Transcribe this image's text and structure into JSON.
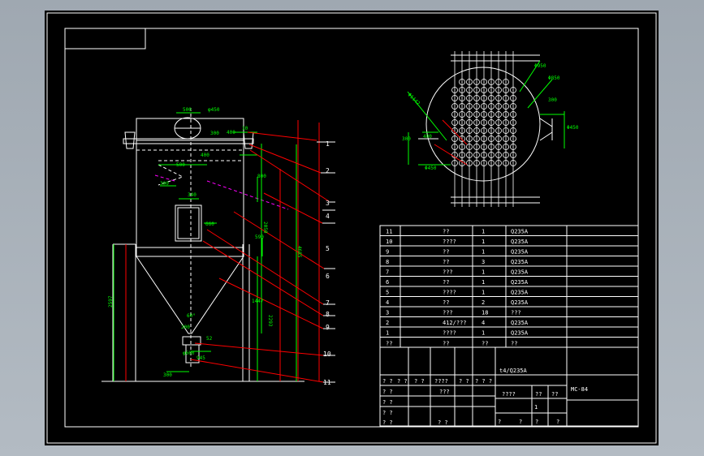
{
  "colors": {
    "line": "#ffffff",
    "dim": "#00ff00",
    "leader": "#ff0000",
    "hidden": "#ff00ff",
    "sheet": "#000000"
  },
  "front_view": {
    "dims": {
      "d_inlet": "φ450",
      "w_inlet": "500",
      "d10": "10",
      "d_top1": "300",
      "d_top2": "400",
      "d_mid": "400",
      "d_left": "500",
      "d_800": "800",
      "d_300": "300",
      "d_door": "340",
      "d_door_h": "660",
      "h_2050": "2050",
      "h_4685": "4685",
      "d_590": "590",
      "d_1447": "1447",
      "h_2597": "2597",
      "h_2293": "2293",
      "ang": "60°",
      "d_200": "200",
      "d_52": "52",
      "d_outlet": "φ600",
      "d_945": "945",
      "d_base": "300"
    },
    "balloons": [
      "1",
      "2",
      "3",
      "4",
      "5",
      "6",
      "7",
      "8",
      "9",
      "10",
      "11"
    ]
  },
  "plan_view": {
    "dims": {
      "d_1142": "Φ1142",
      "d_950": "Φ950",
      "d_850": "Φ850",
      "w_300": "300",
      "d_450": "Φ450",
      "w_400": "400",
      "h_300": "300",
      "d_450b": "Φ450"
    }
  },
  "parts_table": {
    "rows": [
      {
        "no": "11",
        "name": "??",
        "qty": "1",
        "mat": "Q235A"
      },
      {
        "no": "10",
        "name": "????",
        "qty": "1",
        "mat": "Q235A"
      },
      {
        "no": "9",
        "name": "??",
        "qty": "1",
        "mat": "Q235A"
      },
      {
        "no": "8",
        "name": "??",
        "qty": "3",
        "mat": "Q235A"
      },
      {
        "no": "7",
        "name": "???",
        "qty": "1",
        "mat": "Q235A"
      },
      {
        "no": "6",
        "name": "??",
        "qty": "1",
        "mat": "Q235A"
      },
      {
        "no": "5",
        "name": "????",
        "qty": "1",
        "mat": "Q235A"
      },
      {
        "no": "4",
        "name": "??",
        "qty": "2",
        "mat": "Q235A"
      },
      {
        "no": "3",
        "name": "???",
        "qty": "18",
        "mat": "???"
      },
      {
        "no": "2",
        "name": "412/???",
        "qty": "4",
        "mat": "Q235A"
      },
      {
        "no": "1",
        "name": "????",
        "qty": "1",
        "mat": "Q235A"
      }
    ],
    "header": {
      "no": "??",
      "name": "??",
      "qty": "??",
      "mat": "??"
    }
  },
  "title_block": {
    "material": "t4/Q235A",
    "drawing_no": "MC-84",
    "sign_row": [
      "? ?",
      "? ?",
      "? ?",
      "????",
      "? ?",
      "? ? ?"
    ],
    "approve": "? ?",
    "scale_hdr": "????",
    "weight_hdr": "??",
    "ratio_hdr": "??",
    "sheet_no": "1",
    "sheet_row": "?",
    "labels_left": [
      "? ?",
      "? ?",
      "? ?"
    ],
    "date_lbl": "? ?",
    "mark": "???",
    "bottom_row": [
      "?",
      "?",
      "?",
      "?"
    ]
  }
}
